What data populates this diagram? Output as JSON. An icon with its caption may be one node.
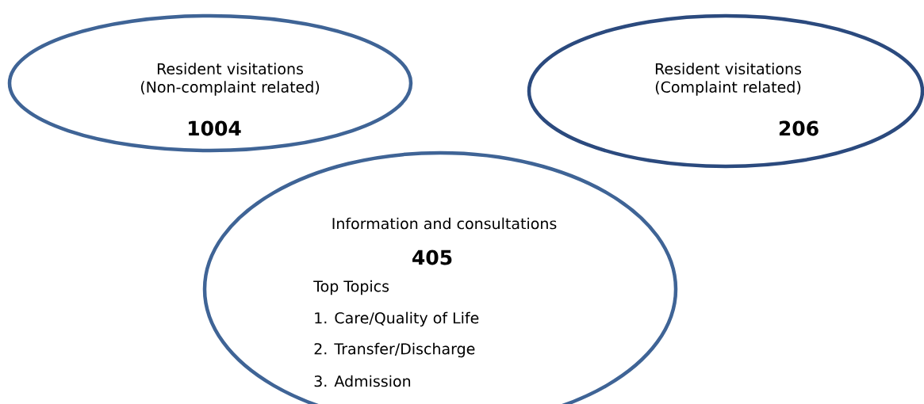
{
  "diagram": {
    "nodes": [
      {
        "text": [
          "Resident visitations (Non-complaint related)",
          "1004"
        ]
      },
      {
        "text": [
          "Resident visitations (Complaint related)",
          "206"
        ]
      },
      {
        "text": [
          "Information and consultations",
          "405",
          "Top Topics",
          "1.  Care/Quality of Life",
          "2.  Transfer/Discharge",
          "3.  Admission"
        ]
      }
    ]
  }
}
